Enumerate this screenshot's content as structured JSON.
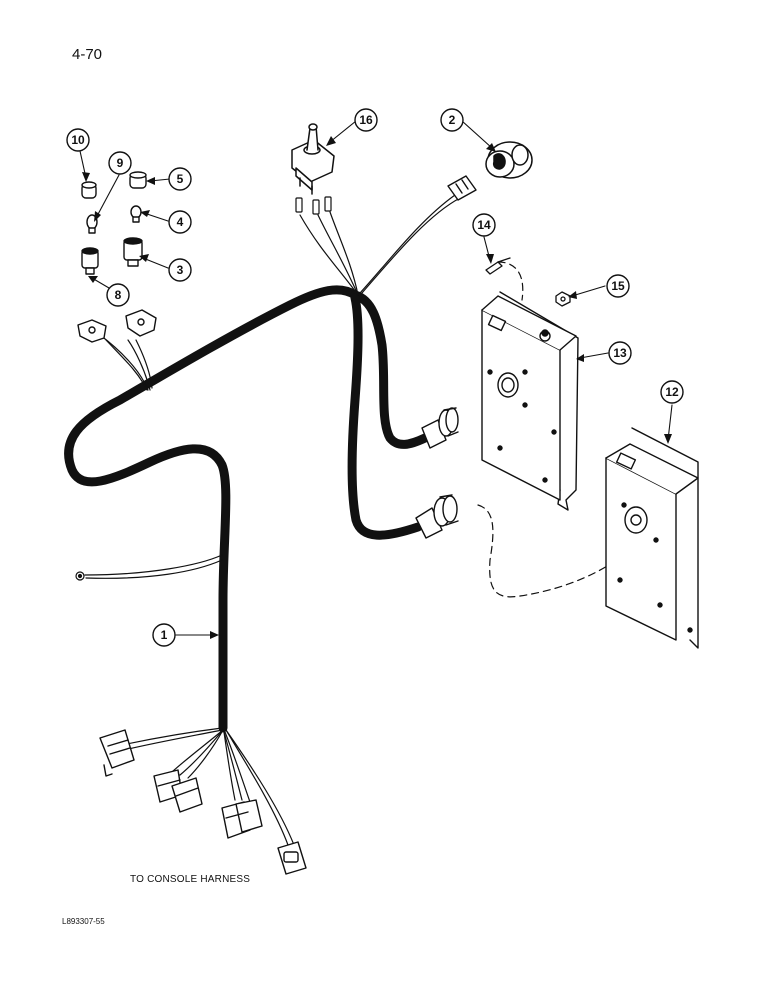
{
  "page_number": "4-70",
  "caption": "TO CONSOLE HARNESS",
  "figure_code": "L893307-55",
  "callouts": [
    "1",
    "2",
    "3",
    "4",
    "5",
    "8",
    "9",
    "10",
    "12",
    "13",
    "14",
    "15",
    "16"
  ]
}
